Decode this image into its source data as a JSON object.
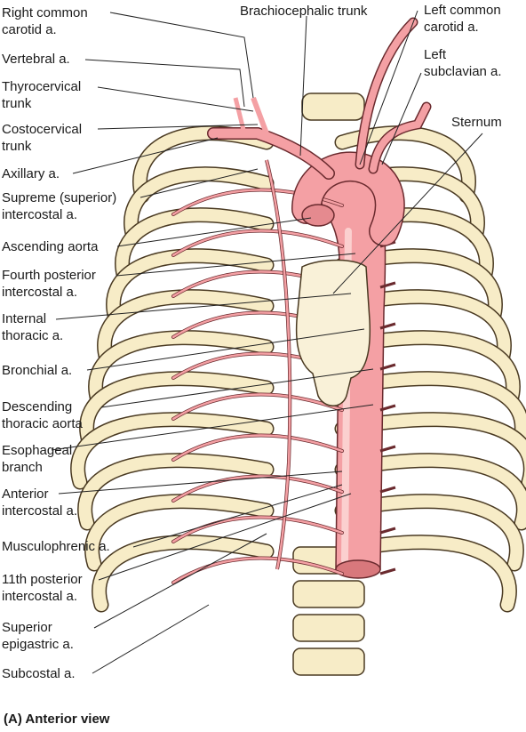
{
  "figure": {
    "caption": "(A) Anterior view",
    "colors": {
      "bone": "#f7ecc7",
      "bone_outline": "#4a3a22",
      "sternum": "#f9f1d8",
      "artery": "#f4a0a4",
      "artery_highlight": "#fbd0cf",
      "artery_outline": "#6a2a2e",
      "leader": "#222222"
    }
  },
  "left_labels": [
    {
      "id": "right-common-carotid",
      "lines": [
        "Right  common",
        "carotid a."
      ]
    },
    {
      "id": "vertebral",
      "lines": [
        "Vertebral a."
      ]
    },
    {
      "id": "thyrocervical",
      "lines": [
        "Thyrocervical",
        "trunk"
      ]
    },
    {
      "id": "costocervical",
      "lines": [
        "Costocervical",
        "trunk"
      ]
    },
    {
      "id": "axillary",
      "lines": [
        "Axillary a."
      ]
    },
    {
      "id": "supreme-intercostal",
      "lines": [
        "Supreme (superior)",
        "intercostal a."
      ]
    },
    {
      "id": "ascending-aorta",
      "lines": [
        "Ascending aorta"
      ]
    },
    {
      "id": "fourth-posterior-intercostal",
      "lines": [
        "Fourth posterior",
        "intercostal a."
      ]
    },
    {
      "id": "internal-thoracic",
      "lines": [
        "Internal",
        "thoracic a."
      ]
    },
    {
      "id": "bronchial",
      "lines": [
        "Bronchial a."
      ]
    },
    {
      "id": "descending-thoracic-aorta",
      "lines": [
        "Descending",
        "thoracic aorta"
      ]
    },
    {
      "id": "esophageal-branch",
      "lines": [
        "Esophageal",
        "branch"
      ]
    },
    {
      "id": "anterior-intercostal",
      "lines": [
        "Anterior",
        "intercostal a."
      ]
    },
    {
      "id": "musculophrenic",
      "lines": [
        "Musculophrenic a."
      ]
    },
    {
      "id": "eleventh-posterior-intercostal",
      "lines": [
        "11th posterior",
        "intercostal a."
      ]
    },
    {
      "id": "superior-epigastric",
      "lines": [
        "Superior",
        "epigastric a."
      ]
    },
    {
      "id": "subcostal",
      "lines": [
        "Subcostal a."
      ]
    }
  ],
  "top_labels": [
    {
      "id": "brachiocephalic-trunk",
      "lines": [
        "Brachiocephalic trunk"
      ]
    },
    {
      "id": "left-common-carotid",
      "lines": [
        "Left common",
        "carotid a."
      ]
    },
    {
      "id": "left-subclavian",
      "lines": [
        "Left",
        "subclavian a."
      ]
    },
    {
      "id": "sternum",
      "lines": [
        "Sternum"
      ]
    }
  ]
}
